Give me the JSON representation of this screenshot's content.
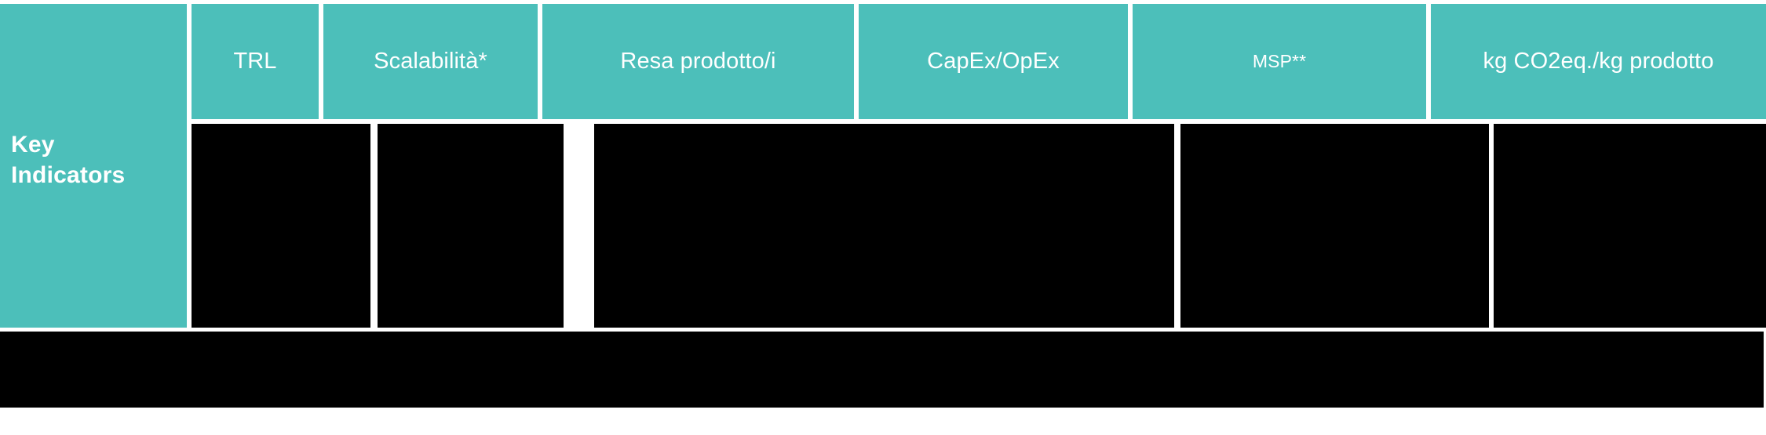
{
  "theme": {
    "accent_teal": "#4cbfba",
    "cell_fill": "#000000",
    "header_text": "#ffffff",
    "page_background": "#ffffff"
  },
  "table": {
    "row_label": "Key Indicators",
    "row_label_line1": "Key",
    "row_label_line2": "Indicators",
    "columns": [
      {
        "label": "TRL",
        "size": "normal"
      },
      {
        "label": "Scalabilità*",
        "size": "normal"
      },
      {
        "label": "Resa prodotto/i",
        "size": "normal"
      },
      {
        "label": "CapEx/OpEx",
        "size": "normal"
      },
      {
        "label": "MSP**",
        "size": "small"
      },
      {
        "label": "kg CO2eq./kg prodotto",
        "size": "normal"
      }
    ],
    "cells": [
      "",
      "",
      "",
      "",
      "",
      ""
    ],
    "footer_band": ""
  }
}
